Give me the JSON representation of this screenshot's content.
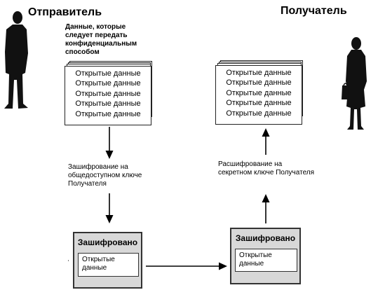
{
  "sender": {
    "label": "Отправитель",
    "note": [
      "Данные, которые",
      "следует передать",
      "конфиденциальным",
      "способом"
    ]
  },
  "receiver": {
    "label": "Получатель"
  },
  "plaintext_stack": {
    "line": "Открытые данные",
    "rows": [
      "Открытые данные",
      "Открытые данные",
      "Открытые данные",
      "Открытые данные",
      "Открытые данные"
    ]
  },
  "encrypt_step": {
    "lines": [
      "Зашифрование на",
      "общедоступном ключе",
      "Получателя"
    ]
  },
  "decrypt_step": {
    "lines": [
      "Расшифрование на",
      "секретном ключе Получателя"
    ]
  },
  "encrypted_box": {
    "title": "Зашифровано",
    "content": [
      "Открытые",
      "данные"
    ]
  },
  "figures": {
    "sender_icon": "man-silhouette-icon",
    "receiver_icon": "woman-with-bag-silhouette-icon"
  }
}
